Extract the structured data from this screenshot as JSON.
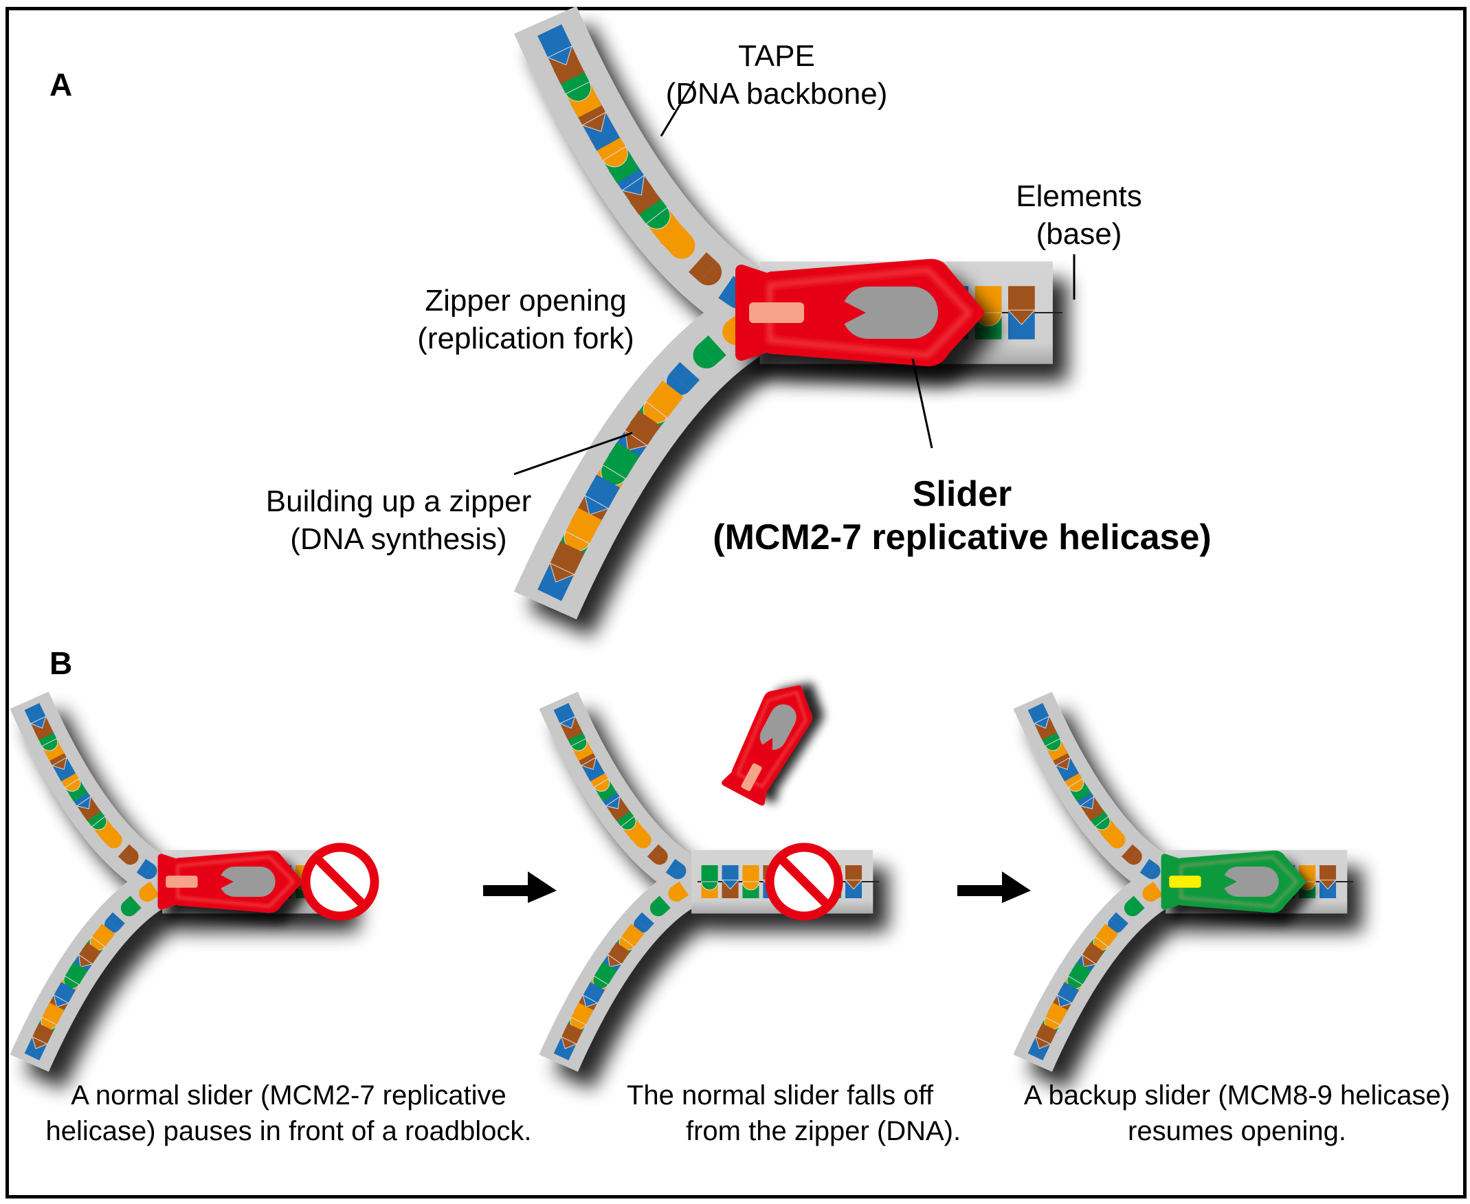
{
  "panels": {
    "a": {
      "letter": "A",
      "labels": {
        "tape": {
          "line1": "TAPE",
          "line2": "(DNA backbone)"
        },
        "elements": {
          "line1": "Elements",
          "line2": "(base)"
        },
        "zipper_opening": {
          "line1": "Zipper opening",
          "line2": "(replication fork)"
        },
        "building": {
          "line1": "Building up a zipper",
          "line2": "(DNA synthesis)"
        },
        "slider": {
          "line1": "Slider",
          "line2": "(MCM2-7 replicative helicase)"
        }
      }
    },
    "b": {
      "letter": "B",
      "steps": [
        {
          "caption_line1": "A normal slider (MCM2-7 replicative",
          "caption_line2": "helicase) pauses in front of a roadblock.",
          "slider_state": "paused",
          "slider_color": "#e60012"
        },
        {
          "caption_line1": "The normal slider falls off",
          "caption_line2": "from the zipper (DNA).",
          "slider_state": "detached",
          "slider_color": "#e60012"
        },
        {
          "caption_line1": "A backup slider (MCM8-9 helicase)",
          "caption_line2": "resumes opening.",
          "slider_state": "active",
          "slider_color": "#0a9a3c"
        }
      ]
    }
  },
  "colors": {
    "tape": "#c8c8c8",
    "base_orange": "#f39800",
    "base_green": "#009944",
    "base_blue": "#1d6fb8",
    "base_brown": "#a0521c",
    "slider_red": "#e60012",
    "slider_green": "#0a9a3c",
    "tab_yellow": "#fff000",
    "roadblock": "#e60012"
  }
}
